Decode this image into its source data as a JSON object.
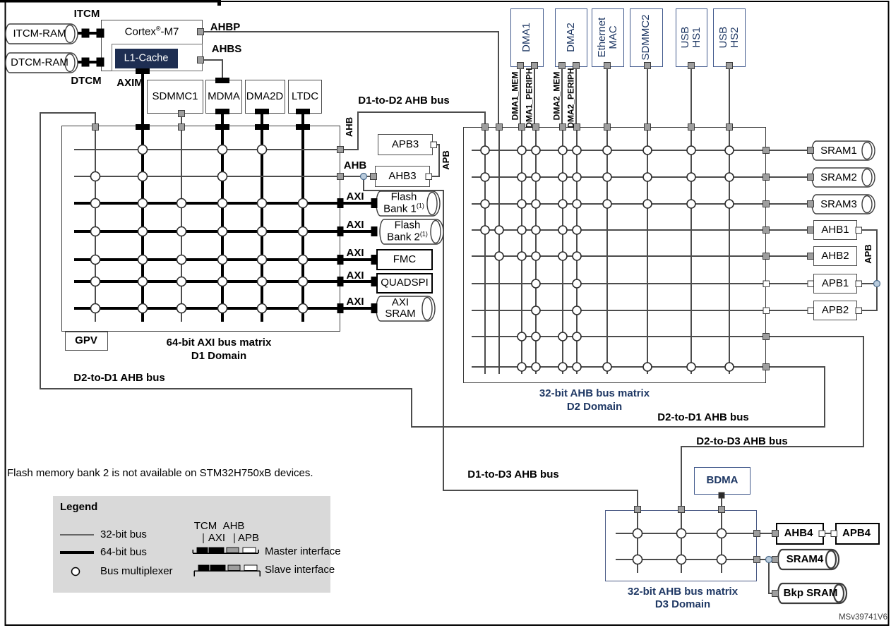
{
  "note": "Flash memory bank 2 is not available on STM32H750xB devices.",
  "figure_code": "MSv39741V6",
  "colors": {
    "navy_text": "#1f3864",
    "master_box_border": "#41598c",
    "l1_cache_bg": "#1e2e52",
    "legend_bg": "#d9d9d9",
    "connector_gray": "#9e9e9e",
    "junction_dot": "#b9cbdc"
  },
  "cpu": {
    "brand": "Cortex",
    "reg": "®",
    "model": "-M7",
    "cache": "L1-Cache"
  },
  "memories": {
    "itcm_ram": "ITCM-RAM",
    "dtcm_ram": "DTCM-RAM"
  },
  "port_labels": {
    "itcm": "ITCM",
    "dtcm": "DTCM",
    "axim": "AXIM",
    "ahbp": "AHBP",
    "ahbs": "AHBS",
    "ahb": "AHB",
    "axi": "AXI",
    "apb": "APB"
  },
  "buses": {
    "d1_to_d2": "D1-to-D2 AHB bus",
    "d2_to_d1": "D2-to-D1 AHB bus",
    "d2_to_d3": "D2-to-D3 AHB bus",
    "d1_to_d3": "D1-to-D3 AHB bus"
  },
  "d1": {
    "masters": [
      "SDMMC1",
      "MDMA",
      "DMA2D",
      "LTDC"
    ],
    "slaves": {
      "apb3": "APB3",
      "ahb3": "AHB3",
      "flash1_line1": "Flash",
      "flash1_line2": "Bank 1",
      "flash1_sup": "(1)",
      "flash2_line1": "Flash",
      "flash2_line2": "Bank 2",
      "flash2_sup": "(1)",
      "fmc": "FMC",
      "quadspi": "QUADSPI",
      "axi_sram": "AXI\nSRAM"
    },
    "gpv": "GPV",
    "title": "64-bit AXI bus matrix",
    "domain": "D1 Domain"
  },
  "d2": {
    "masters": [
      "DMA1",
      "DMA2",
      "Ethernet\nMAC",
      "SDMMC2",
      "USB\nHS1",
      "USB\nHS2"
    ],
    "master_ports": [
      "DMA1_MEM",
      "DMA1_PERIPH",
      "DMA2_MEM",
      "DMA2_PERIPH"
    ],
    "slaves": [
      "SRAM1",
      "SRAM2",
      "SRAM3",
      "AHB1",
      "AHB2",
      "APB1",
      "APB2"
    ],
    "title": "32-bit AHB bus matrix",
    "domain": "D2 Domain"
  },
  "d3": {
    "master": "BDMA",
    "slaves": {
      "ahb4": "AHB4",
      "apb4": "APB4",
      "sram4": "SRAM4",
      "bkp_sram": "Bkp SRAM"
    },
    "title": "32-bit AHB bus matrix",
    "domain": "D3 Domain"
  },
  "legend": {
    "title": "Legend",
    "bus32": "32-bit bus",
    "bus64": "64-bit bus",
    "mux": "Bus multiplexer",
    "tcm": "TCM",
    "ahb": "AHB",
    "axi": "AXI",
    "apb": "APB",
    "master": "Master interface",
    "slave": "Slave interface"
  }
}
